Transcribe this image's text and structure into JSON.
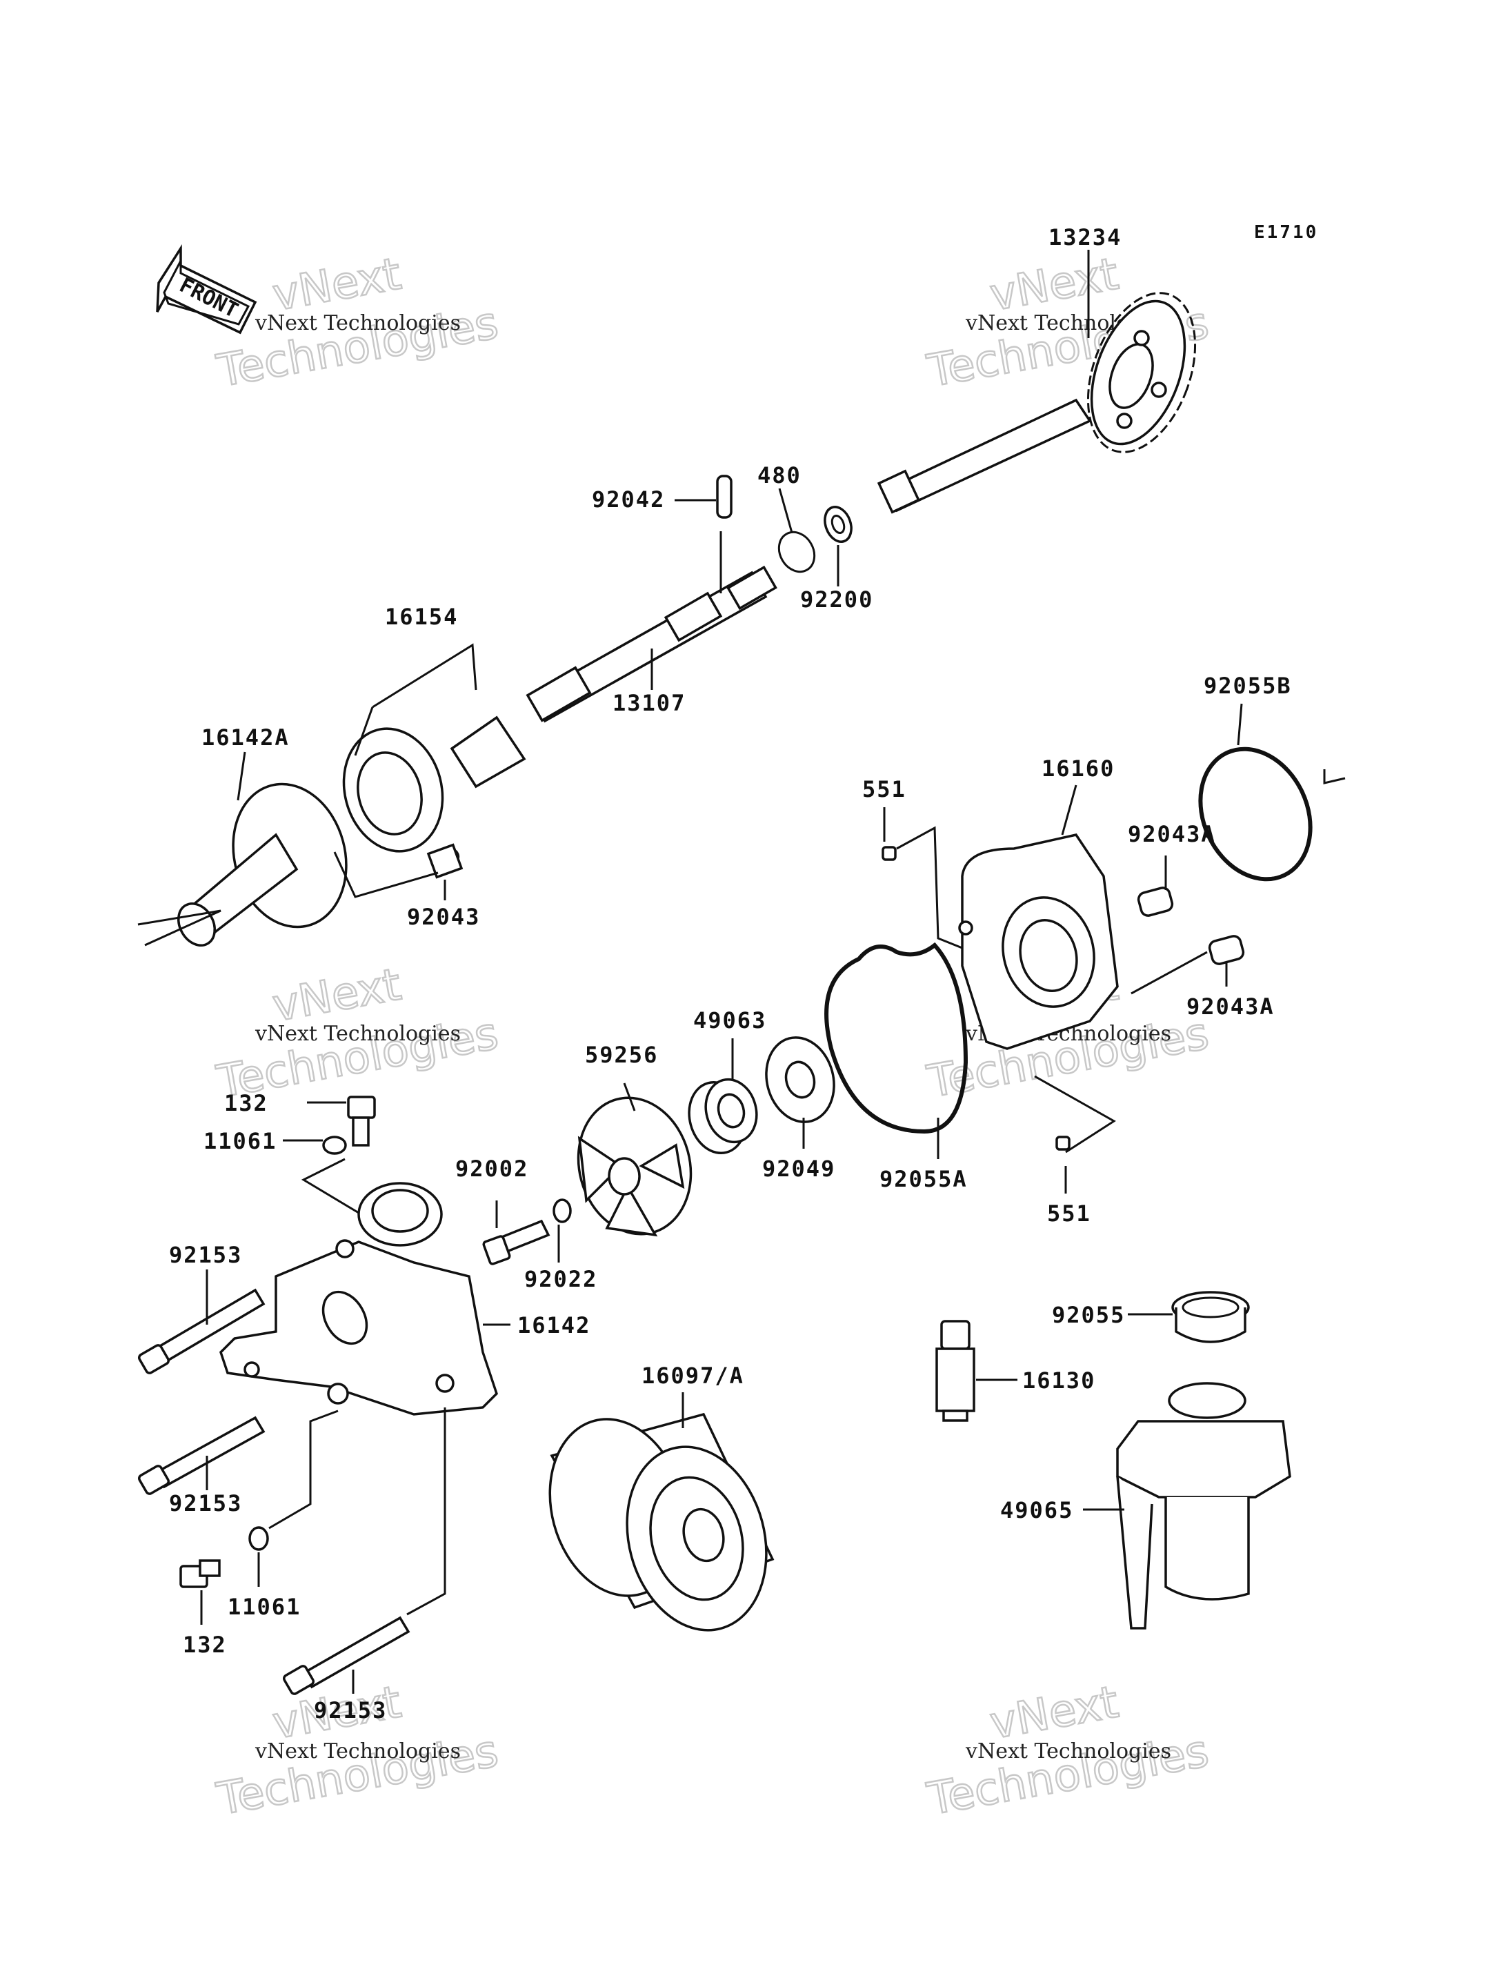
{
  "diagram_code": "E1710",
  "front_marker": "FRONT",
  "watermarks": [
    {
      "line1": "vNext Technologies",
      "line2": "vNext",
      "line3": "Technologies"
    },
    {
      "line1": "vNext Technologies",
      "line2": "vNext",
      "line3": "Technologies"
    },
    {
      "line1": "vNext Technologies",
      "line2": "vNext",
      "line3": "Technologies"
    },
    {
      "line1": "vNext Technologies",
      "line2": "vNext",
      "line3": "Technologies"
    },
    {
      "line1": "vNext Technologies",
      "line2": "vNext",
      "line3": "Technologies"
    },
    {
      "line1": "vNext Technologies",
      "line2": "vNext",
      "line3": "Technologies"
    }
  ],
  "parts": {
    "p13234": "13234",
    "p92042": "92042",
    "p480": "480",
    "p92200": "92200",
    "p16154": "16154",
    "p13107": "13107",
    "p16142A": "16142A",
    "p92043": "92043",
    "p92055B": "92055B",
    "p551a": "551",
    "p16160": "16160",
    "p92043Aa": "92043A",
    "p92043Ab": "92043A",
    "p49063": "49063",
    "p59256": "59256",
    "p92049": "92049",
    "p92055A": "92055A",
    "p551b": "551",
    "p132a": "132",
    "p11061a": "11061",
    "p92002": "92002",
    "p92022": "92022",
    "p92153a": "92153",
    "p16142": "16142",
    "p92153b": "92153",
    "p11061b": "11061",
    "p132b": "132",
    "p92153c": "92153",
    "p16097A": "16097/A",
    "p92055": "92055",
    "p16130": "16130",
    "p49065": "49065"
  }
}
